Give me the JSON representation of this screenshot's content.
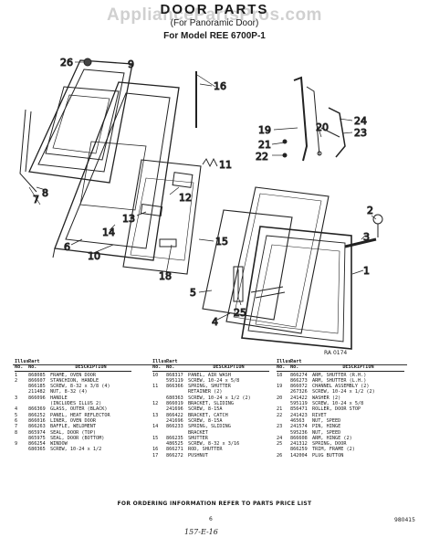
{
  "header": {
    "title": "DOOR PARTS",
    "subtitle": "(For Panoramic Door)",
    "model_line": "For Model REE 6700P-1",
    "watermark": "AppliancePartsPros.com"
  },
  "diagram": {
    "figure_code": "RA 0174",
    "callouts": [
      "26",
      "9",
      "16",
      "19",
      "20",
      "24",
      "23",
      "21",
      "22",
      "11",
      "7",
      "8",
      "12",
      "13",
      "14",
      "6",
      "10",
      "18",
      "2",
      "3",
      "1",
      "15",
      "25",
      "5",
      "4"
    ]
  },
  "parts_table": {
    "header_line1": [
      "Illus.",
      "Part"
    ],
    "header_line2": [
      "No.",
      "No.",
      "DESCRIPTION"
    ],
    "columns": [
      [
        [
          "1",
          "868085",
          "FRAME, OVEN DOOR"
        ],
        [
          "2",
          "866607",
          "STANCHION, HANDLE"
        ],
        [
          "",
          "866185",
          "SCREW, 8-32 x 3/8 (4)"
        ],
        [
          "",
          "211482",
          "NUT, 8-32 (4)"
        ],
        [
          "3",
          "866096",
          "HANDLE"
        ],
        [
          "",
          "",
          "(INCLUDES ILLUS 2)"
        ],
        [
          "4",
          "866369",
          "GLASS, OUTER (BLACK)"
        ],
        [
          "5",
          "866252",
          "PANEL, HEAT REFLECTOR"
        ],
        [
          "6",
          "866016",
          "LINER, OVEN DOOR"
        ],
        [
          "7",
          "866263",
          "BAFFLE, WELDMENT"
        ],
        [
          "8",
          "865974",
          "SEAL, DOOR (TOP)"
        ],
        [
          "",
          "865975",
          "SEAL, DOOR (BOTTOM)"
        ],
        [
          "9",
          "866254",
          "WINDOW"
        ],
        [
          "",
          "680365",
          "SCREW, 10-24 x 1/2"
        ]
      ],
      [
        [
          "10",
          "868317",
          "PANEL, AIR WASH"
        ],
        [
          "",
          "595119",
          "SCREW, 10-24 x 5/8"
        ],
        [
          "11",
          "866366",
          "SPRING, SHUTTER"
        ],
        [
          "",
          "",
          "RETAINER (2)"
        ],
        [
          "",
          "680363",
          "SCREW, 10-24 x 1/2 (2)"
        ],
        [
          "12",
          "866019",
          "BRACKET, SLIDING"
        ],
        [
          "",
          "241696",
          "SCREW, 8-15A"
        ],
        [
          "13",
          "866422",
          "BRACKET, CATCH"
        ],
        [
          "",
          "241696",
          "SCREW, 8-15A"
        ],
        [
          "14",
          "866233",
          "SPRING, SLIDING"
        ],
        [
          "",
          "",
          "BRACKET"
        ],
        [
          "15",
          "866235",
          "SHUTTER"
        ],
        [
          "",
          "486525",
          "SCREW, 8-32 x 3/16"
        ],
        [
          "16",
          "866271",
          "ROD, SHUTTER"
        ],
        [
          "17",
          "866272",
          "PUSHNUT"
        ]
      ],
      [
        [
          "18",
          "866274",
          "ARM, SHUTTER (R.H.)"
        ],
        [
          "",
          "866273",
          "ARM, SHUTTER (L.H.)"
        ],
        [
          "19",
          "866072",
          "CHANNEL ASSEMBLY (2)"
        ],
        [
          "",
          "267326",
          "SCREW, 10-24 x 1/2 (2)"
        ],
        [
          "20",
          "241422",
          "WASHER (2)"
        ],
        [
          "",
          "595119",
          "SCREW, 10-24 x 5/8"
        ],
        [
          "21",
          "856471",
          "ROLLER, DOOR STOP"
        ],
        [
          "22",
          "241423",
          "RIVET"
        ],
        [
          "",
          "46563",
          "NUT, SPEED"
        ],
        [
          "23",
          "241574",
          "PIN, HINGE"
        ],
        [
          "",
          "595236",
          "NUT, SPEED"
        ],
        [
          "24",
          "866608",
          "ARM, HINGE (2)"
        ],
        [
          "25",
          "241312",
          "SPRING, DOOR"
        ],
        [
          "",
          "866259",
          "TRIM, FRAME (2)"
        ],
        [
          "26",
          "142004",
          "PLUG BUTTON"
        ]
      ]
    ]
  },
  "footer": {
    "note": "FOR ORDERING INFORMATION REFER TO PARTS PRICE LIST",
    "page_number": "6",
    "doc_code": "980415",
    "handwritten": "157-E-16"
  }
}
